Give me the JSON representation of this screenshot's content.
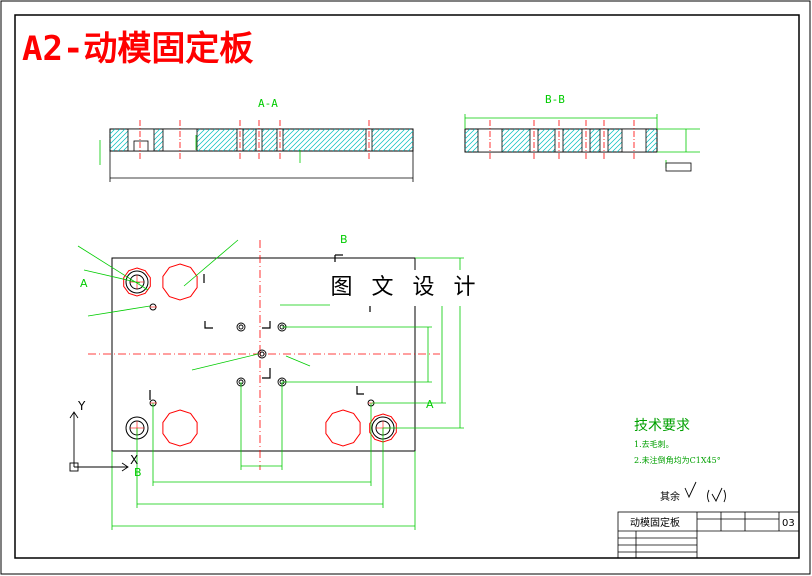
{
  "title": "A2-动模固定板",
  "section_aa": "A-A",
  "section_bb": "B-B",
  "marker_a": "A",
  "marker_b": "B",
  "axis_y": "Y",
  "axis_x": "X",
  "watermark": "图 文 设 计",
  "notes": {
    "heading": "技术要求",
    "items": [
      "1.去毛刺。",
      "2.未注倒角均为C1X45°"
    ]
  },
  "roughness_label": "其余",
  "title_block": {
    "part_name": "动模固定板",
    "sheet": "03"
  },
  "colors": {
    "frame": "#000000",
    "title": "#ff0000",
    "dimension": "#00cc00",
    "part": "#000000",
    "center": "#ff0000",
    "hole_outline": "#ff0000",
    "hatch": "#00bfbf",
    "text_notes": "#00a000"
  }
}
